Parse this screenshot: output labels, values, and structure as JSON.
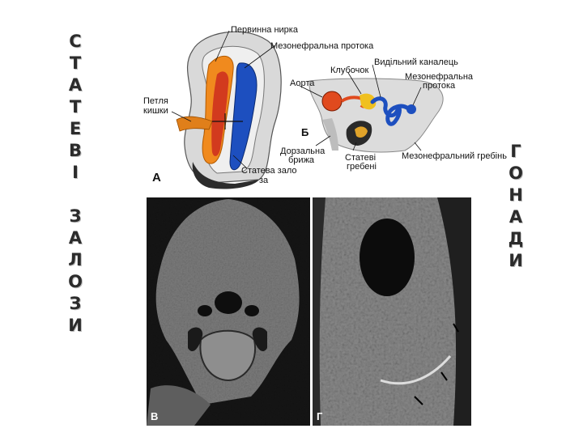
{
  "left_title": [
    "С",
    "Т",
    "А",
    "Т",
    "Е",
    "В",
    "І",
    "",
    "З",
    "А",
    "Л",
    "О",
    "З",
    "И"
  ],
  "right_title": [
    "Г",
    "О",
    "Н",
    "А",
    "Д",
    "И"
  ],
  "diagram_a": {
    "panel_letter": "А",
    "labels": {
      "primary_kidney": "Первинна нирка",
      "mesonephric_duct": "Мезонефральна протока",
      "intestine_loop_1": "Петля",
      "intestine_loop_2": "кишки",
      "genital_gland_1": "Статева зало",
      "genital_gland_2": "за"
    }
  },
  "diagram_b": {
    "panel_letter": "Б",
    "labels": {
      "excretory_tubule": "Видільний каналець",
      "glomerulus": "Клубочок",
      "aorta": "Аорта",
      "mesonephric_duct_1": "Мезонефральна",
      "mesonephric_duct_2": "протока",
      "dorsal_mesentery_1": "Дорзальна",
      "dorsal_mesentery_2": "брижа",
      "genital_ridge_1": "Статеві",
      "genital_ridge_2": "гребені",
      "mesonephric_ridge": "Мезонефральний гребінь"
    }
  },
  "micrograph_v": {
    "panel_letter": "В"
  },
  "micrograph_g": {
    "panel_letter": "Г"
  }
}
